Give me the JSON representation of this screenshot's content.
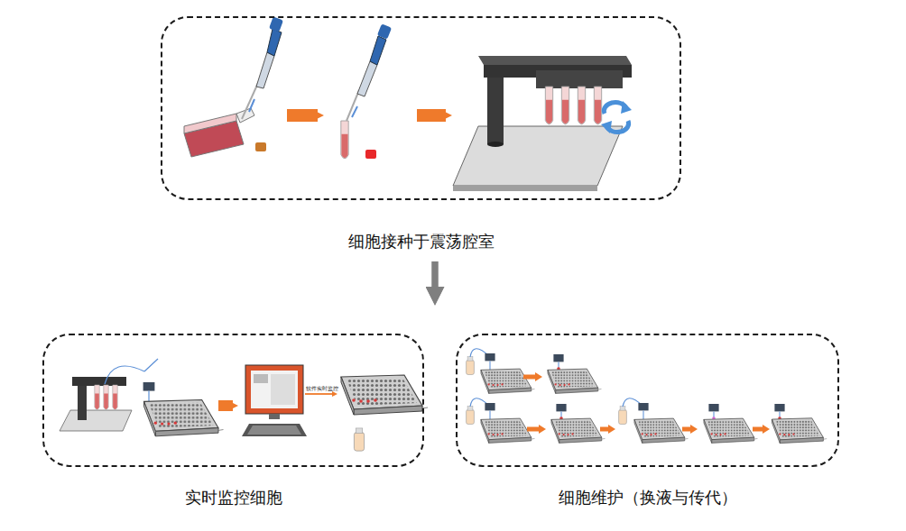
{
  "diagram": {
    "nodes": [
      {
        "text": [
          "细胞接种于震荡腔室"
        ]
      },
      {
        "text": [
          "实时监控细胞"
        ]
      },
      {
        "text": [
          "细胞维护（换液与传代）"
        ]
      }
    ],
    "edges": [
      {
        "from": 0,
        "to": 1,
        "arrow": "to"
      },
      {
        "from": 0,
        "to": 2,
        "arrow": "to"
      }
    ],
    "labels": [
      "软件实时监控"
    ]
  }
}
